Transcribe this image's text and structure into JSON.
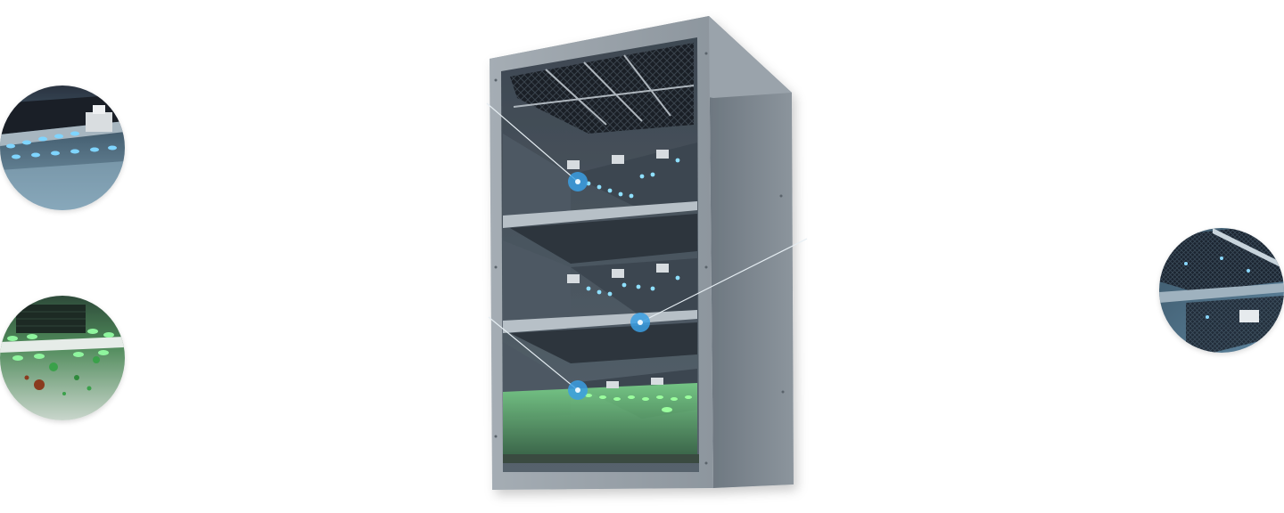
{
  "product": {
    "name": "",
    "accent_blue": "#3b9fe3",
    "accent_green": "#4fd26a"
  },
  "callouts": [
    {
      "id": "uv-lamp-array-upper",
      "icon": "blue-dot-marker"
    },
    {
      "id": "uv-lamp-array-middle",
      "icon": "blue-dot-marker"
    },
    {
      "id": "uv-lamp-array-lower",
      "icon": "blue-dot-marker"
    }
  ],
  "thumbnails": [
    {
      "id": "detail-uv-blue-led",
      "theme": "blue"
    },
    {
      "id": "detail-germicidal-green",
      "theme": "green"
    },
    {
      "id": "detail-filter-mesh",
      "theme": "blue"
    }
  ]
}
